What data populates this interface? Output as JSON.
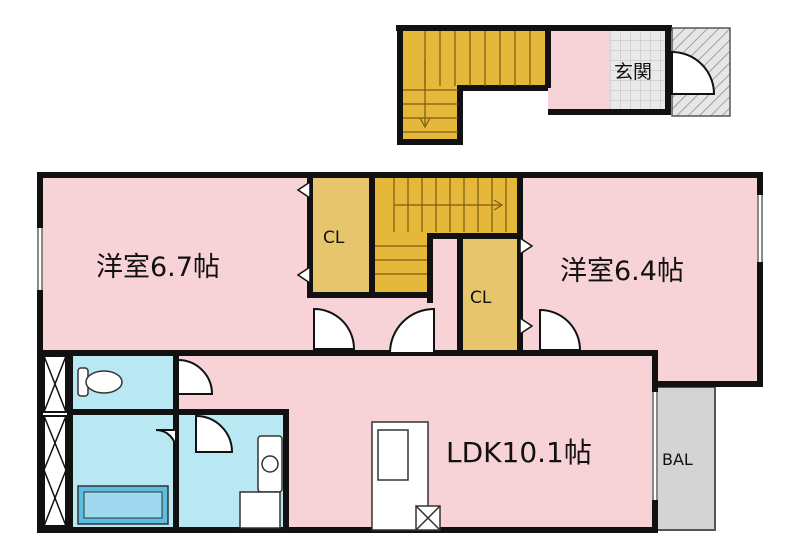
{
  "rooms": {
    "western_room_left": "洋室6.7帖",
    "western_room_right": "洋室6.4帖",
    "ldk": "LDK10.1帖",
    "closet_left": "CL",
    "closet_right": "CL",
    "entrance": "玄関",
    "balcony": "BAL"
  },
  "colors": {
    "room": "#f7d3d7",
    "closet": "#e6c56c",
    "stairs": "#e6b83a",
    "wet_area": "#b9e8f2",
    "entrance_tile": "#e6e6e6",
    "balcony": "#d4d4d4",
    "wall": "#111111"
  }
}
